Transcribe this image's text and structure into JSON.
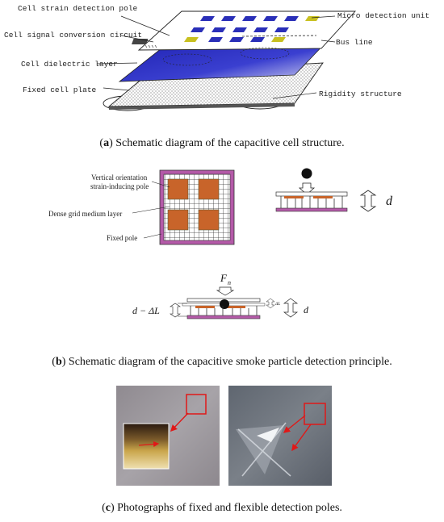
{
  "panel_a": {
    "labels": {
      "strain_pole": "Cell strain detection pole",
      "signal_circuit": "Cell signal conversion circuit",
      "dielectric": "Cell dielectric layer",
      "fixed_plate": "Fixed cell plate",
      "micro_unit": "Micro detection unit",
      "bus_line": "Bus line",
      "rigidity": "Rigidity structure"
    },
    "caption_letter": "a",
    "caption_text": "Schematic diagram of the capacitive cell structure."
  },
  "panel_b": {
    "labels": {
      "vertical_pole_1": "Vertical orientation",
      "vertical_pole_2": "strain-inducing pole",
      "grid_layer": "Dense grid medium layer",
      "fixed_pole": "Fixed pole",
      "d": "d",
      "fn": "F",
      "fn_sub": "n",
      "d_minus": "d − ΔL",
      "delta_l": "ΔL",
      "d2": "d"
    },
    "caption_letter": "b",
    "caption_text": "Schematic diagram of the capacitive smoke particle detection principle."
  },
  "panel_c": {
    "caption_letter": "c",
    "caption_text": "Photographs of fixed and flexible detection poles."
  },
  "colors": {
    "pad_orange": "#c8642a",
    "frame_pink": "#b45aa8",
    "dielectric_blue": "#2a2fb8",
    "highlight_red": "#e01818"
  }
}
